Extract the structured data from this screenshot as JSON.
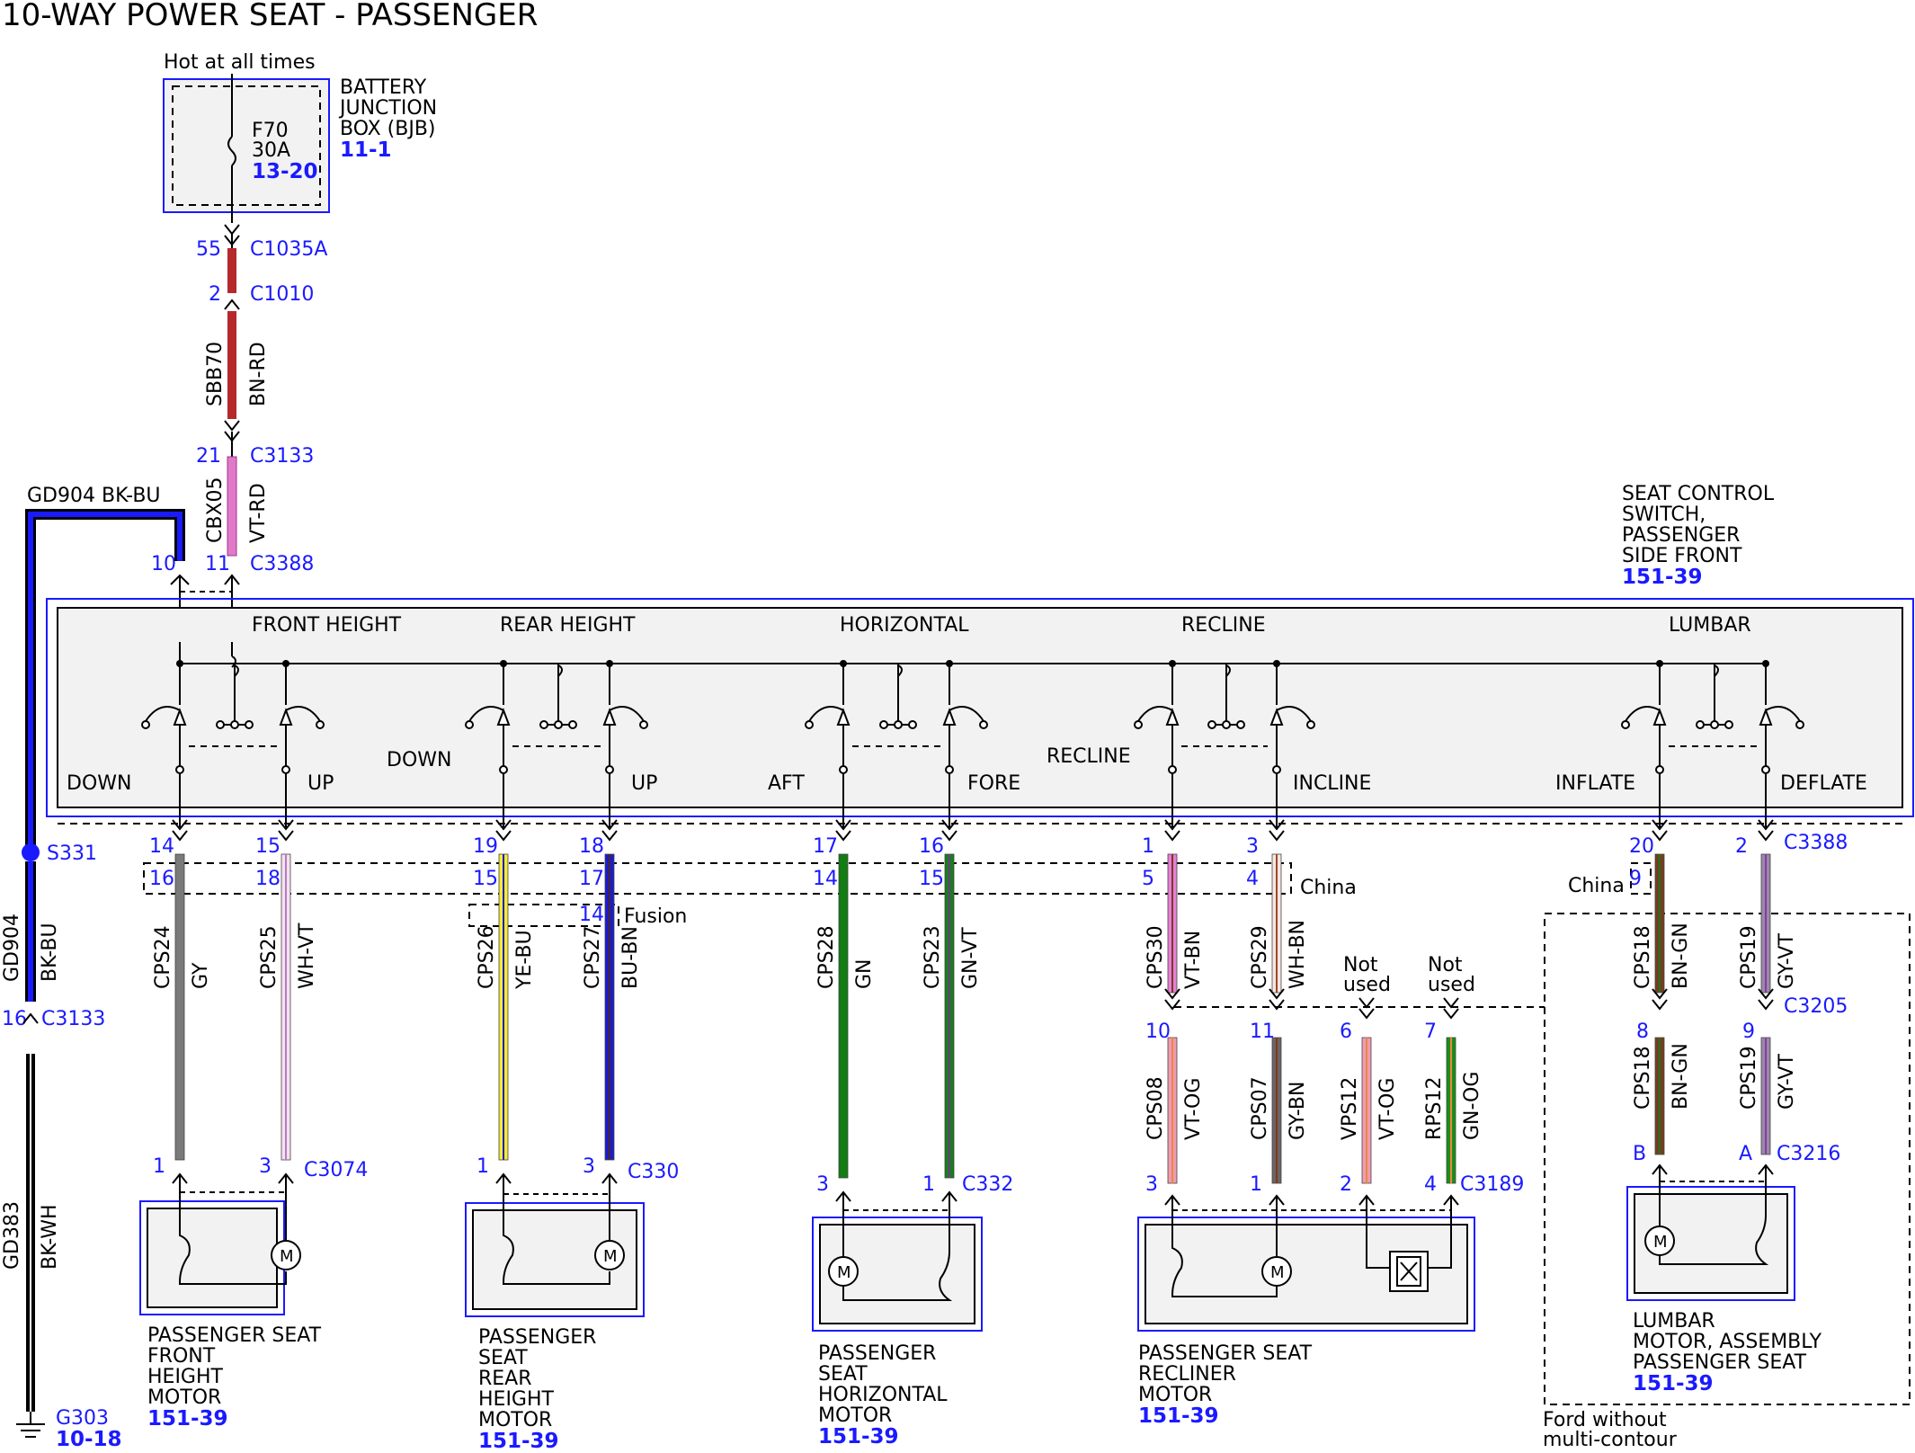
{
  "title": "10-WAY POWER SEAT - PASSENGER",
  "colors": {
    "ref_blue": "#1a1aff",
    "box_fill": "#f2f2f2"
  },
  "bjb": {
    "hot_label": "Hot at all times",
    "name_lines": [
      "BATTERY",
      "JUNCTION",
      "BOX (BJB)"
    ],
    "ref": "11-1",
    "fuse": "F70",
    "amps": "30A",
    "fuse_ref": "13-20"
  },
  "feed": {
    "c1035a_pin": "55",
    "c1035a": "C1035A",
    "c1010_pin": "2",
    "c1010": "C1010",
    "w1_circuit": "SBB70",
    "w1_color": "BN-RD",
    "c3133_pin": "21",
    "c3133": "C3133",
    "w2_circuit": "CBX05",
    "w2_color": "VT-RD",
    "c3388_pin_ground": "10",
    "c3388_pin_feed": "11",
    "c3388": "C3388"
  },
  "ground": {
    "wire_label": "GD904 BK-BU",
    "splice": "S331",
    "v_circuit": "GD904",
    "v_color": "BK-BU",
    "c3133_pin": "16",
    "c3133": "C3133",
    "w3_circuit": "GD383",
    "w3_color": "BK-WH",
    "ground_name": "G303",
    "ground_ref": "10-18"
  },
  "switch": {
    "name_lines": [
      "SEAT CONTROL",
      "SWITCH,",
      "PASSENGER",
      "SIDE FRONT"
    ],
    "ref": "151-39",
    "sections": [
      "FRONT HEIGHT",
      "REAR HEIGHT",
      "HORIZONTAL",
      "RECLINE",
      "LUMBAR"
    ],
    "positions": [
      "DOWN",
      "UP",
      "DOWN",
      "UP",
      "AFT",
      "FORE",
      "RECLINE",
      "INCLINE",
      "INFLATE",
      "DEFLATE"
    ]
  },
  "options": {
    "china": "China",
    "china_right": "China",
    "fusion": "Fusion"
  },
  "wires": [
    {
      "top_pin": "14",
      "alt_pin": "16",
      "circuit": "CPS24",
      "color": "GY",
      "end_pin": "1"
    },
    {
      "top_pin": "15",
      "alt_pin": "18",
      "circuit": "CPS25",
      "color": "WH-VT",
      "end_pin": "3"
    },
    {
      "top_pin": "19",
      "alt_pin": "15",
      "circuit": "CPS26",
      "color": "YE-BU",
      "end_pin": "1"
    },
    {
      "top_pin": "18",
      "alt_pin": "17",
      "alt_pin2": "14",
      "circuit": "CPS27",
      "color": "BU-BN",
      "end_pin": "3"
    },
    {
      "top_pin": "17",
      "alt_pin": "14",
      "circuit": "CPS28",
      "color": "GN",
      "end_pin": "3"
    },
    {
      "top_pin": "16",
      "alt_pin": "15",
      "circuit": "CPS23",
      "color": "GN-VT",
      "end_pin": "1"
    },
    {
      "top_pin": "1",
      "alt_pin": "5",
      "circuit": "CPS30",
      "color": "VT-BN"
    },
    {
      "top_pin": "3",
      "alt_pin": "4",
      "circuit": "CPS29",
      "color": "WH-BN"
    },
    {
      "top_pin": "20",
      "alt_pin": "9",
      "circuit": "CPS18",
      "color": "BN-GN"
    },
    {
      "top_pin": "2",
      "circuit": "CPS19",
      "color": "GY-VT",
      "c3388": "C3388"
    }
  ],
  "recliner_wires": [
    {
      "top_pin": "10",
      "circuit": "CPS08",
      "color": "VT-OG",
      "end_pin": "3"
    },
    {
      "top_pin": "11",
      "circuit": "CPS07",
      "color": "GY-BN",
      "end_pin": "1"
    },
    {
      "top_pin": "6",
      "circuit": "VPS12",
      "color": "VT-OG",
      "end_pin": "2",
      "note": [
        "Not",
        "used"
      ]
    },
    {
      "top_pin": "7",
      "circuit": "RPS12",
      "color": "GN-OG",
      "end_pin": "4",
      "note": [
        "Not",
        "used"
      ]
    }
  ],
  "lumbar_wires": [
    {
      "top_pin": "8",
      "circuit": "CPS18",
      "color": "BN-GN",
      "end_pin": "B"
    },
    {
      "top_pin": "9",
      "circuit": "CPS19",
      "color": "GY-VT",
      "end_pin": "A"
    }
  ],
  "connectors": {
    "c3074": "C3074",
    "c330": "C330",
    "c332": "C332",
    "c3205": "C3205",
    "c3189": "C3189",
    "c3216": "C3216"
  },
  "motors": [
    {
      "lines": [
        "PASSENGER SEAT",
        "FRONT",
        "HEIGHT",
        "MOTOR"
      ],
      "ref": "151-39"
    },
    {
      "lines": [
        "PASSENGER",
        "SEAT",
        "REAR",
        "HEIGHT",
        "MOTOR"
      ],
      "ref": "151-39"
    },
    {
      "lines": [
        "PASSENGER",
        "SEAT",
        "HORIZONTAL",
        "MOTOR"
      ],
      "ref": "151-39"
    },
    {
      "lines": [
        "PASSENGER SEAT",
        "RECLINER",
        "MOTOR"
      ],
      "ref": "151-39"
    },
    {
      "lines": [
        "LUMBAR",
        "MOTOR, ASSEMBLY",
        "PASSENGER SEAT"
      ],
      "ref": "151-39"
    }
  ],
  "ford_note": [
    "Ford without",
    "multi-contour"
  ]
}
